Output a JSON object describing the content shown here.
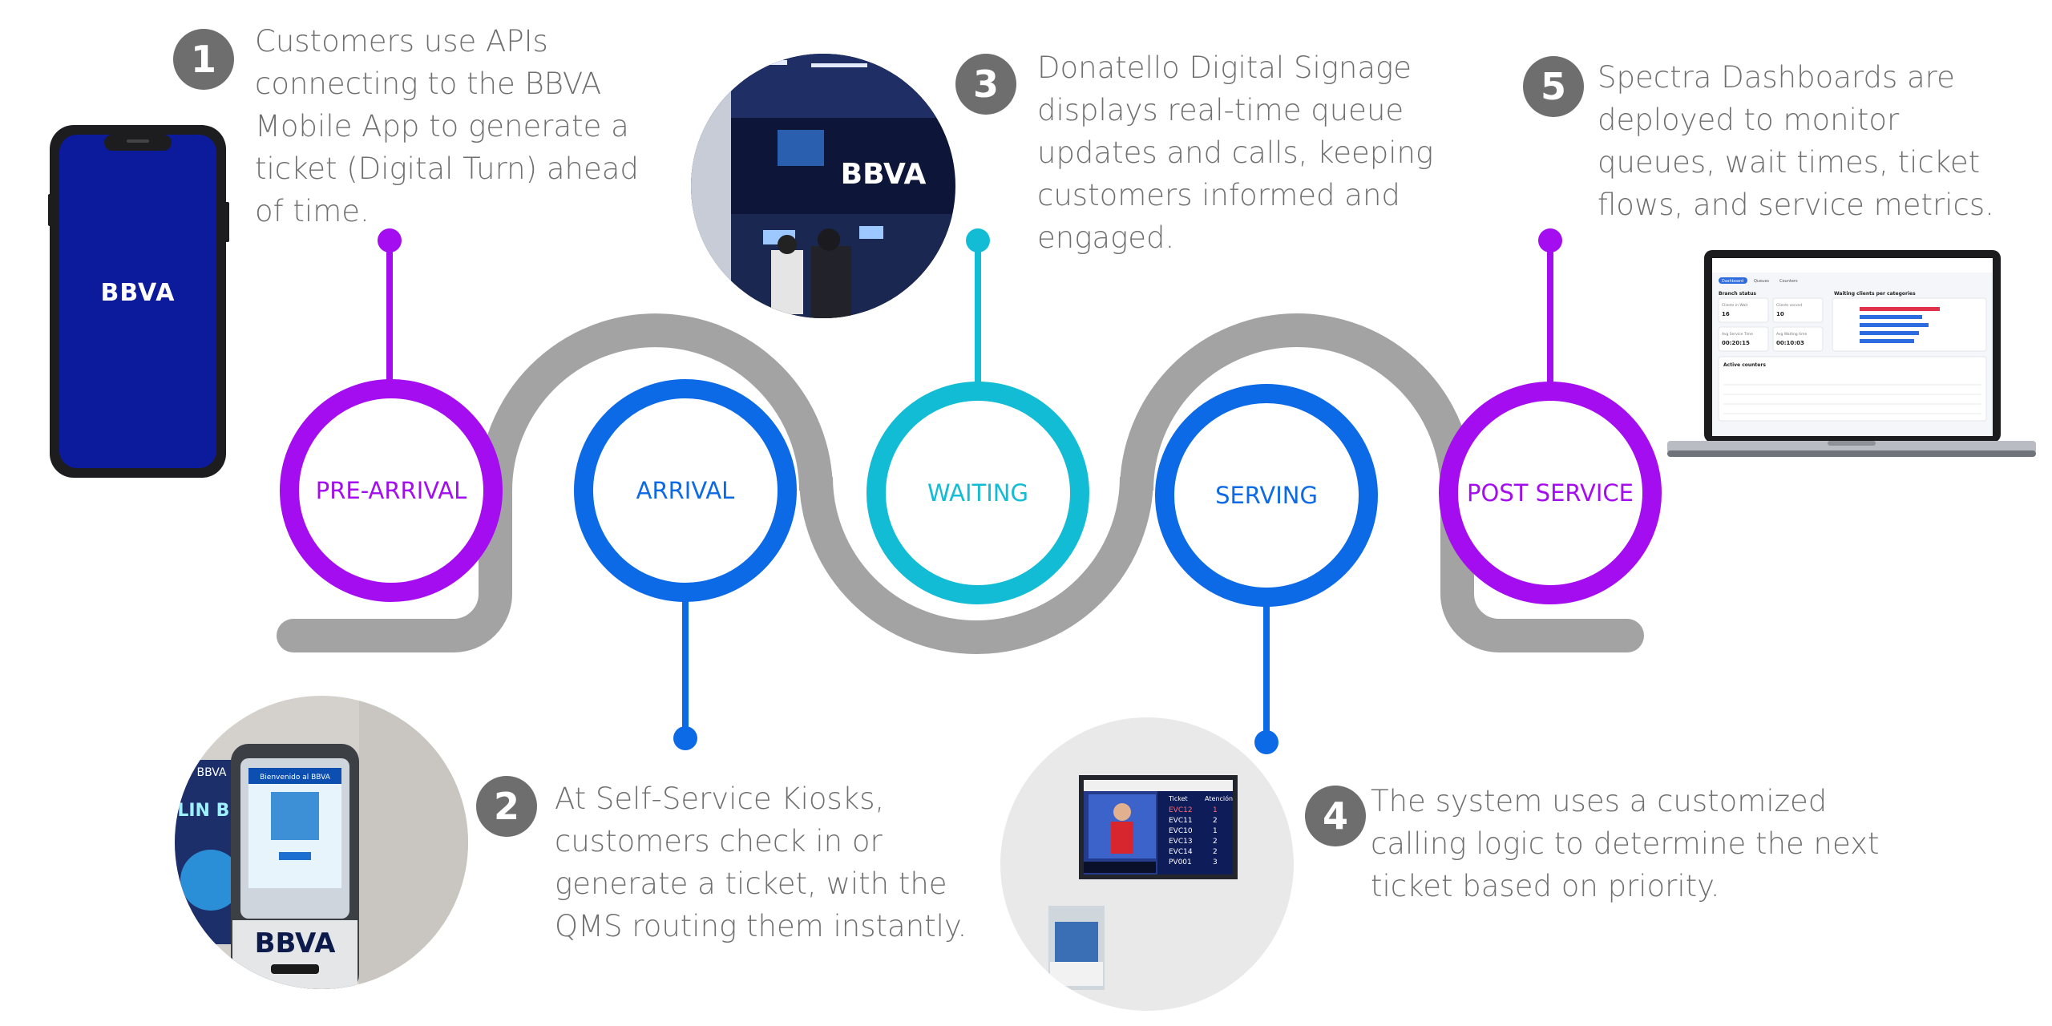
{
  "stages": [
    {
      "label": "PRE-ARRIVAL",
      "color": "#a50df1"
    },
    {
      "label": "ARRIVAL",
      "color": "#0d6ae6"
    },
    {
      "label": "WAITING",
      "color": "#12bcd4"
    },
    {
      "label": "SERVING",
      "color": "#0d6ae6"
    },
    {
      "label": "POST SERVICE",
      "color": "#a50df1"
    }
  ],
  "steps": [
    {
      "number": "1",
      "lines": [
        "Customers use APIs",
        "connecting to the BBVA",
        "Mobile App to generate a",
        "ticket (Digital Turn) ahead",
        "of time."
      ]
    },
    {
      "number": "2",
      "lines": [
        "At Self-Service Kiosks,",
        "customers check in or",
        "generate a ticket, with the",
        "QMS routing them instantly."
      ]
    },
    {
      "number": "3",
      "lines": [
        "Donatello Digital Signage",
        "displays real-time queue",
        "updates and calls, keeping",
        "customers informed and",
        "engaged."
      ]
    },
    {
      "number": "4",
      "lines": [
        "The system uses a customized",
        "calling logic to determine the next",
        "ticket based on priority."
      ]
    },
    {
      "number": "5",
      "lines": [
        "Spectra Dashboards are",
        "deployed to monitor",
        "queues, wait times, ticket",
        "flows, and service metrics."
      ]
    }
  ],
  "phone": {
    "brand": "BBVA"
  },
  "kiosk_photo": {
    "brand": "BBVA",
    "screen_title": "Bienvenido al BBVA",
    "poster_text": "PLIN BBVA",
    "poster_brand": "BBVA"
  },
  "signage_photo": {
    "brand": "BBVA"
  },
  "serving_photo": {
    "screen_header": "Ticket",
    "screen_col": "Atención",
    "tickets": [
      "EVC12",
      "EVC11",
      "EVC10",
      "EVC13",
      "EVC14",
      "PV001"
    ],
    "windows": [
      "1",
      "2",
      "1",
      "2",
      "2",
      "3"
    ]
  },
  "dashboard": {
    "section_branch": "Branch status",
    "section_waiting": "Waiting clients per categories",
    "section_active": "Active counters",
    "stat_labels": [
      "Clients in Wait",
      "Clients served",
      "Avg Service Time",
      "Avg Waiting time"
    ],
    "stat_values": [
      "16",
      "10",
      "00:20:15",
      "00:10:03"
    ],
    "tabs": [
      "Dashboard",
      "Queues",
      "Counters"
    ]
  }
}
